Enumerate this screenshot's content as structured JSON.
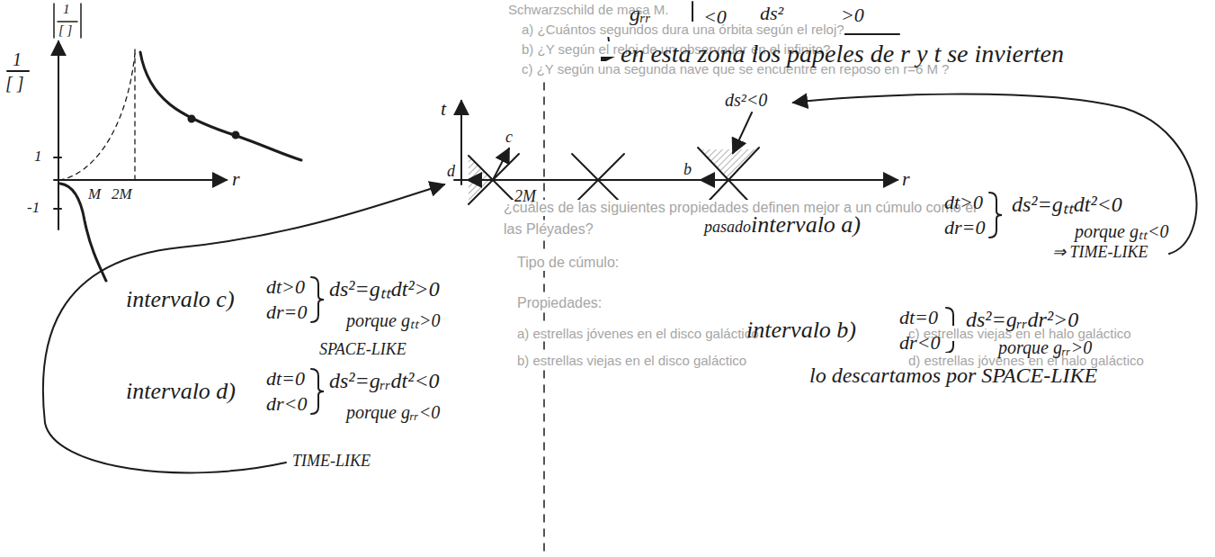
{
  "diagram": {
    "labels": [
      "Schwarzschild de masa M.",
      "a) ¿Cuántos segundos dura una órbita según el reloj?",
      "b) ¿Y según el reloj de un observador en el infinito?",
      "c) ¿Y según una segunda nave que se encuentre en reposo en r=6 M ?",
      "¿cuáles de las siguientes propiedades definen mejor a un cúmulo como el",
      "las Pléyades?",
      "Tipo de cúmulo:",
      "Propiedades:",
      "a) estrellas jóvenes en el disco galáctico",
      "c) estrellas viejas en el halo galáctico",
      "b) estrellas viejas en el disco galáctico",
      "d) estrellas jóvenes en el halo galáctico",
      "gᵣᵣ",
      "<0",
      "ds²",
      ">0",
      "en esta zona los papeles de r y t se invierten",
      "1",
      "[ ]",
      "1",
      "[ ]",
      "1",
      "-1",
      "M",
      "2M",
      "r",
      "t",
      "c",
      "d",
      "2M",
      "r",
      "ds²<0",
      "b",
      "pasado",
      "intervalo a)",
      "dt>0",
      "dr=0",
      "ds²=gₜₜdt²<0",
      "porque gₜₜ<0",
      "⇒ TIME-LIKE",
      "intervalo b)",
      "dt=0",
      "dr<0",
      "ds²=gᵣᵣdr²>0",
      "porque gᵣᵣ>0",
      "lo descartamos por SPACE-LIKE",
      "intervalo c)",
      "dt>0",
      "dr=0",
      "ds²=gₜₜdt²>0",
      "porque gₜₜ>0",
      "SPACE-LIKE",
      "intervalo d)",
      "dt=0",
      "dr<0",
      "ds²=gᵣᵣdt²<0",
      "porque gᵣᵣ<0",
      "TIME-LIKE"
    ]
  }
}
